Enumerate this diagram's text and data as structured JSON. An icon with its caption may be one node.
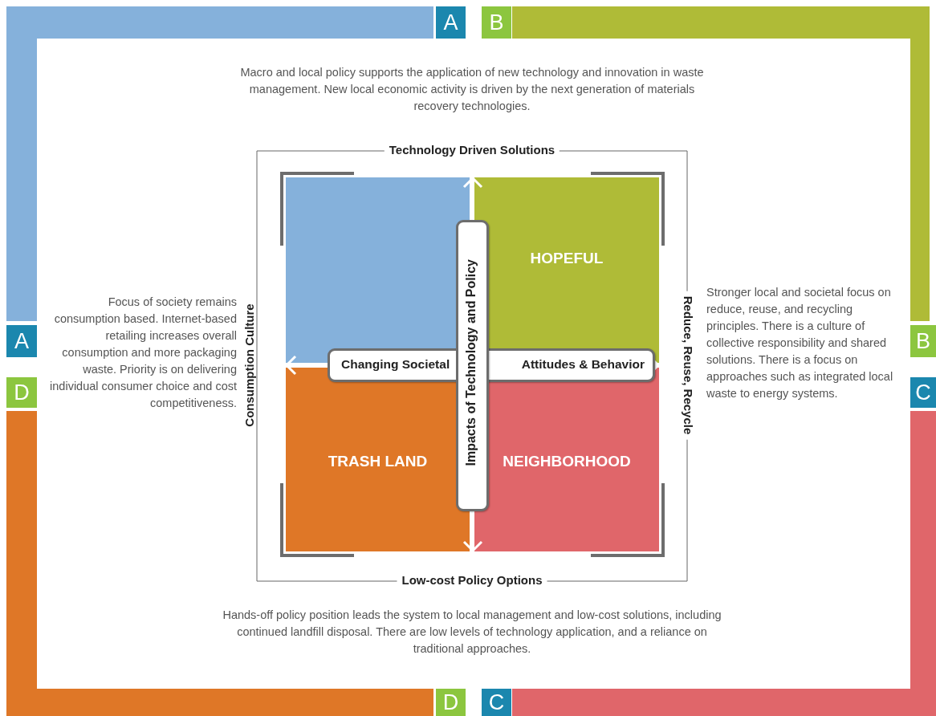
{
  "diagram": {
    "nodes": [
      {
        "text": [],
        "shape": "box"
      },
      {
        "text": [
          "HOPEFUL"
        ]
      },
      {
        "text": [
          "TRASH LAND"
        ]
      },
      {
        "text": [
          "NEIGHBORHOOD"
        ]
      },
      {
        "text": [
          "Changing Societal",
          "Attitudes & Behavior"
        ]
      },
      {
        "text": [
          "Impacts of Technology and Policy"
        ]
      }
    ],
    "labels": [
      "A",
      "B",
      "Macro and local policy supports the application of new technology and innovation in waste management. New local economic activity is driven by the next generation of materials recovery technologies.",
      "Technology Driven Solutions",
      "Focus of society remains consumption based. Internet-based retailing increases overall consumption and more packaging waste.  Priority is on delivering individual consumer choice and cost competitiveness.",
      "Consumption Culture",
      "Reduce, Reuse, Recycle",
      "Stronger local and societal focus on reduce, reuse, and recycling principles. There is a culture of collective responsibility and shared solutions. There is a focus on approaches such as integrated local waste to energy systems.",
      "A",
      "B",
      "D",
      "C",
      "Low-cost Policy Options",
      "Hands-off policy position leads the system to local management and low-cost solutions, including continued landfill disposal. There are low levels of technology application, and a reliance on traditional approaches.",
      "D",
      "C"
    ]
  }
}
